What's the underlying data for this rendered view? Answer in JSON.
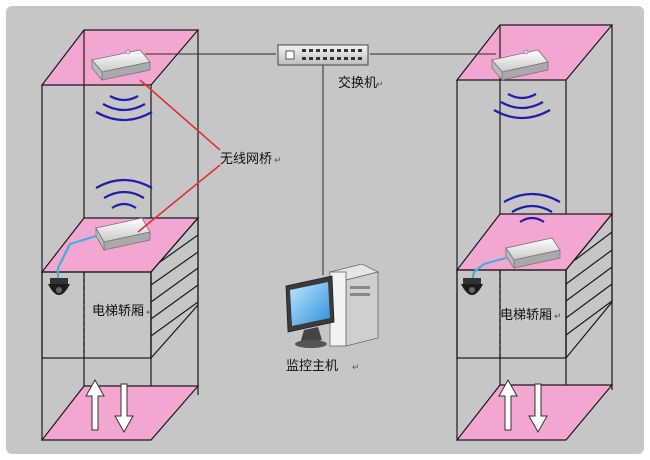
{
  "labels": {
    "switch": "交换机",
    "wireless_bridge": "无线网桥",
    "elevator_car_left": "电梯轿厢",
    "elevator_car_right": "电梯轿厢",
    "monitor_host": "监控主机"
  },
  "colors": {
    "background": "#c7c6c7",
    "border": "#ffffff",
    "floor_pink": "#f3a6cf",
    "frame_line": "#1a1a1a",
    "signal_wave": "#1f1fa8",
    "bridge_link": "#e03030",
    "camera_cable": "#39b3d6",
    "network_cable": "#2b2b2b"
  },
  "icons": [
    "wireless-bridge-icon",
    "network-switch-icon",
    "dome-camera-icon",
    "computer-monitor-icon",
    "pc-tower-icon",
    "up-arrow-icon",
    "down-arrow-icon",
    "wifi-wave-icon"
  ]
}
